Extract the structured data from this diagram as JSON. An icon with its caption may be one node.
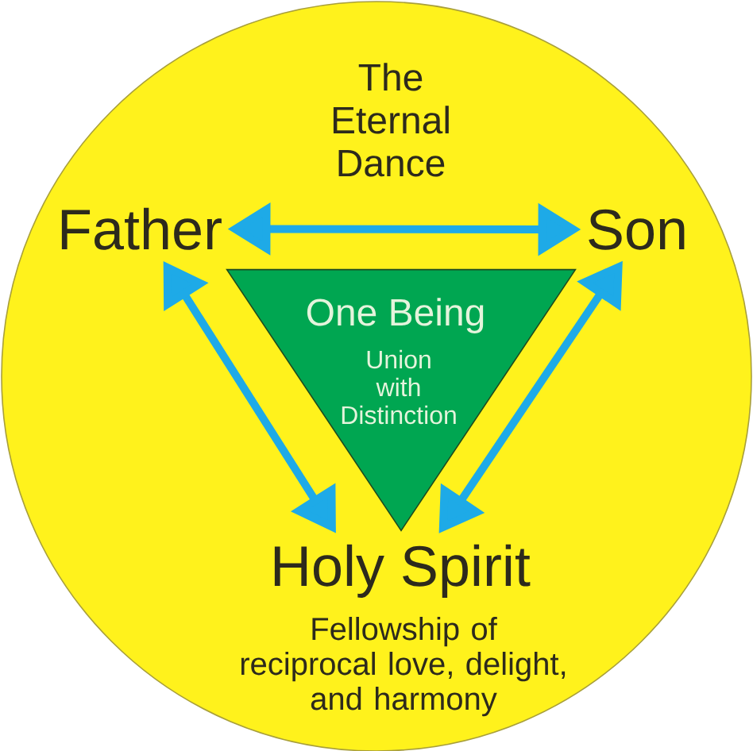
{
  "diagram": {
    "nodes": [
      {
        "text": [],
        "shape": "circle"
      },
      {
        "text": [
          "Father"
        ],
        "in": 0
      },
      {
        "text": [
          "Son"
        ],
        "in": 0
      },
      {
        "text": [
          "One Being",
          "Union with Distinction"
        ],
        "in": 0
      },
      {
        "text": [
          "Holy Spirit"
        ],
        "in": 0,
        "beside": [
          "Fellowship of reciprocal love, delight, and harmony"
        ]
      }
    ],
    "edges": [
      {
        "from": 1,
        "to": 2,
        "arrow": "both"
      },
      {
        "from": 1,
        "to": 4,
        "arrow": "both"
      },
      {
        "from": 2,
        "to": 4,
        "arrow": "both"
      }
    ],
    "labels": [
      "The Eternal Dance"
    ]
  }
}
